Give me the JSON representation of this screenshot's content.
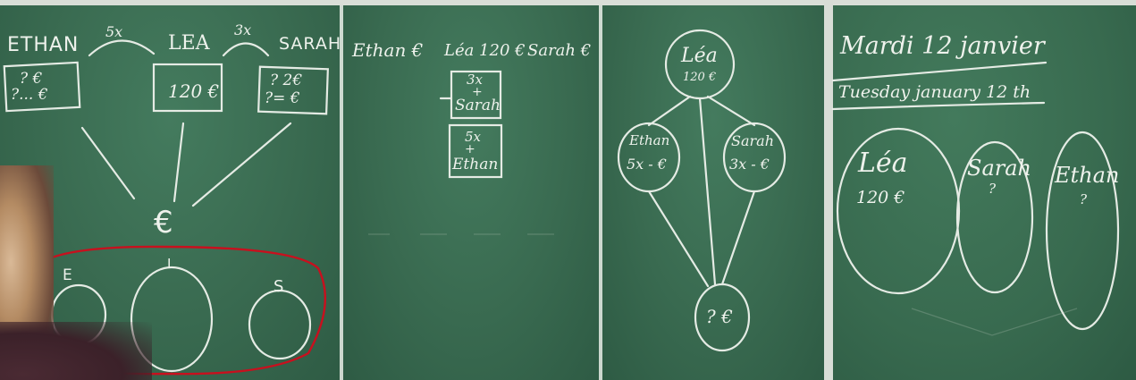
{
  "panel1": {
    "name_ethan": "ETHAN",
    "name_lea": "LEA",
    "name_sarah": "SARAH",
    "arrow_5x": "5x",
    "arrow_3x": "3x",
    "box_ethan_line1": "?  €",
    "box_ethan_line2": "?... €",
    "box_lea": "120 €",
    "box_sarah_line1": "?  2€",
    "box_sarah_line2": "?=  €",
    "euro": "€",
    "circle_e": "E",
    "circle_l": "L",
    "circle_s": "S"
  },
  "panel2": {
    "name_ethan": "Ethan €",
    "name_lea": "Léa 120 €",
    "name_sarah": "Sarah €",
    "stack_top_line1": "3x",
    "stack_top_line2": "+",
    "stack_top_line3": "Sarah",
    "stack_bottom_line1": "5x",
    "stack_bottom_line2": "+",
    "stack_bottom_line3": "Ethan"
  },
  "panel3": {
    "lea_name": "Léa",
    "lea_amount": "120 €",
    "ethan_name": "Ethan",
    "ethan_amount": "5x - €",
    "sarah_name": "Sarah",
    "sarah_amount": "3x - €",
    "total": "? €"
  },
  "panel4": {
    "date_fr": "Mardi 12 janvier",
    "date_en": "Tuesday january 12 th",
    "lea_name": "Léa",
    "lea_amount": "120 €",
    "sarah_name": "Sarah",
    "sarah_amount": "?",
    "ethan_name": "Ethan",
    "ethan_amount": "?"
  },
  "colors": {
    "chalkboard": "#3a6b51",
    "chalk": "#eef2ec",
    "highlight": "#c8101e"
  }
}
